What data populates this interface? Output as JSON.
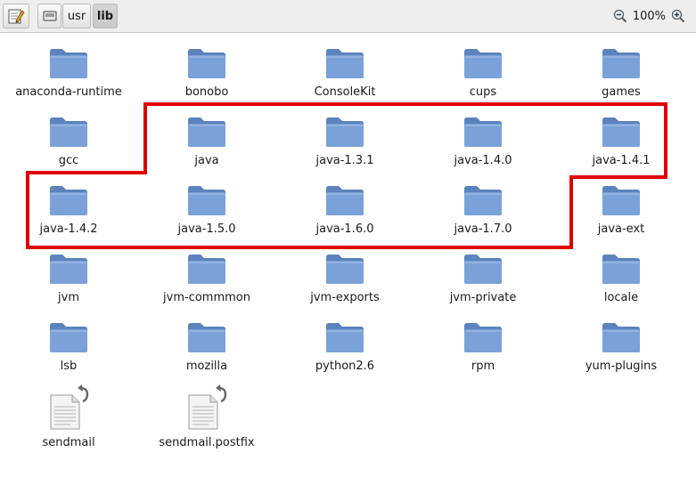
{
  "toolbar": {
    "edit_icon": "edit-location-icon",
    "path": {
      "root_icon": "drive-icon",
      "segments": [
        "usr",
        "lib"
      ],
      "active": "lib"
    },
    "zoom": {
      "out_icon": "zoom-out-icon",
      "level": "100%",
      "in_icon": "zoom-in-icon"
    }
  },
  "items": [
    {
      "label": "anaconda-runtime",
      "type": "folder"
    },
    {
      "label": "bonobo",
      "type": "folder"
    },
    {
      "label": "ConsoleKit",
      "type": "folder"
    },
    {
      "label": "cups",
      "type": "folder"
    },
    {
      "label": "games",
      "type": "folder"
    },
    {
      "label": "gcc",
      "type": "folder"
    },
    {
      "label": "java",
      "type": "folder"
    },
    {
      "label": "java-1.3.1",
      "type": "folder"
    },
    {
      "label": "java-1.4.0",
      "type": "folder"
    },
    {
      "label": "java-1.4.1",
      "type": "folder"
    },
    {
      "label": "java-1.4.2",
      "type": "folder"
    },
    {
      "label": "java-1.5.0",
      "type": "folder"
    },
    {
      "label": "java-1.6.0",
      "type": "folder"
    },
    {
      "label": "java-1.7.0",
      "type": "folder"
    },
    {
      "label": "java-ext",
      "type": "folder"
    },
    {
      "label": "jvm",
      "type": "folder"
    },
    {
      "label": "jvm-commmon",
      "type": "folder"
    },
    {
      "label": "jvm-exports",
      "type": "folder"
    },
    {
      "label": "jvm-private",
      "type": "folder"
    },
    {
      "label": "locale",
      "type": "folder"
    },
    {
      "label": "lsb",
      "type": "folder"
    },
    {
      "label": "mozilla",
      "type": "folder"
    },
    {
      "label": "python2.6",
      "type": "folder"
    },
    {
      "label": "rpm",
      "type": "folder"
    },
    {
      "label": "yum-plugins",
      "type": "folder"
    },
    {
      "label": "sendmail",
      "type": "symlink-file"
    },
    {
      "label": "sendmail.postfix",
      "type": "symlink-file"
    }
  ],
  "colors": {
    "annotation": "#e00000",
    "folder": "#6d95cf",
    "toolbar_bg": "#eeeeec"
  }
}
